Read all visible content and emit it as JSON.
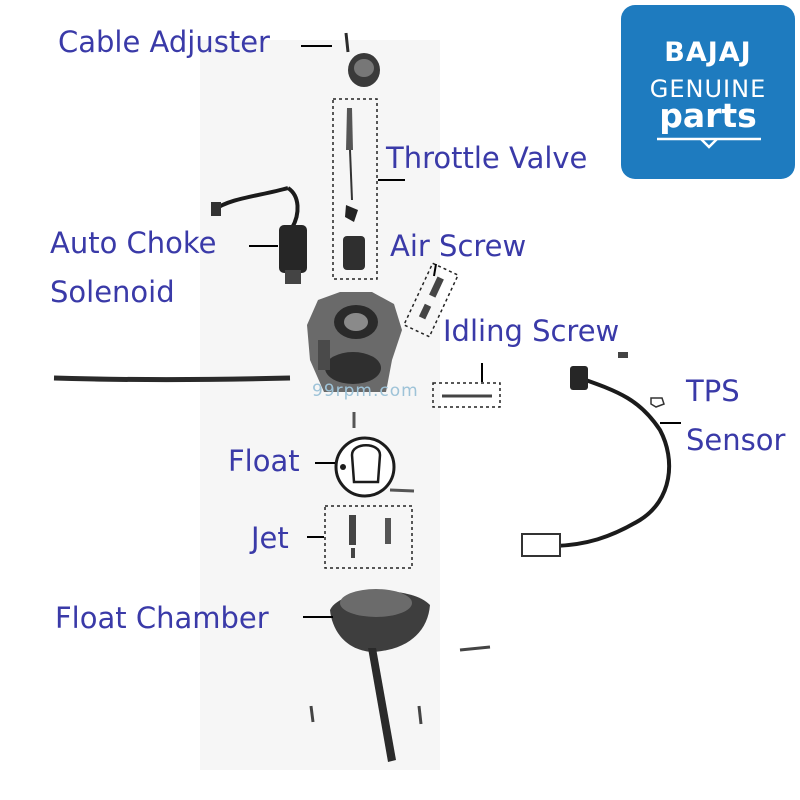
{
  "labels": {
    "cable_adjuster": "Cable Adjuster",
    "throttle_valve": "Throttle Valve",
    "auto_choke_line1": "Auto Choke",
    "auto_choke_line2": "Solenoid",
    "air_screw": "Air Screw",
    "idling_screw": "Idling Screw",
    "tps_line1": "TPS",
    "tps_line2": "Sensor",
    "float": "Float",
    "jet": "Jet",
    "float_chamber": "Float Chamber"
  },
  "logo": {
    "brand": "BAJAJ",
    "line2": "GENUINE",
    "line3": "parts"
  },
  "watermark": "99rpm.com",
  "colors": {
    "label_text": "#3a3aa8",
    "logo_background": "#1e7bbf",
    "logo_text": "#ffffff",
    "parts_ink": "#2b2b2b",
    "watermark": "#9ec3d8"
  }
}
